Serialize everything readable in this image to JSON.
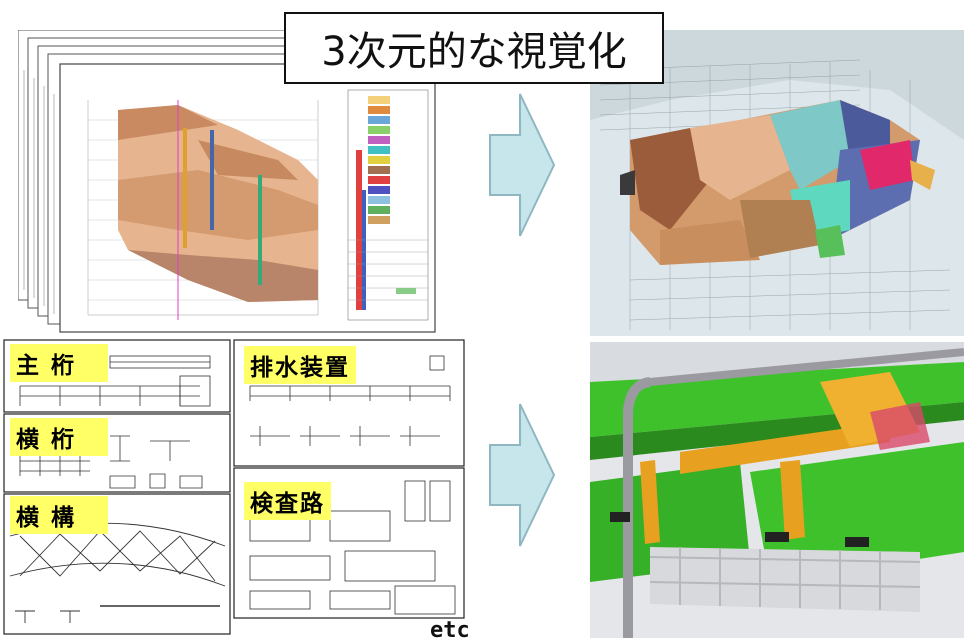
{
  "title": "3次元的な視覚化",
  "labels": {
    "main_girder": "主 桁",
    "cross_beam": "横 桁",
    "lateral_bracing": "横 構",
    "drainage": "排水装置",
    "inspection_path": "検査路"
  },
  "footer": "etc",
  "colors": {
    "arrow_fill": "#c7e6ec",
    "arrow_stroke": "#8fb7c2",
    "label_bg": "#ffff66",
    "beam_green": "#3fc12c",
    "beam_orange": "#e8a020"
  },
  "icons": {
    "arrow": "right-arrow-icon"
  }
}
